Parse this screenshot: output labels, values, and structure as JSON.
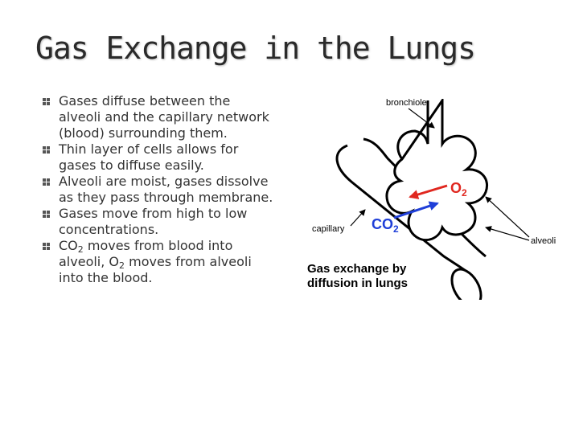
{
  "slide": {
    "title": "Gas Exchange in the Lungs",
    "bullets": [
      {
        "text": "Gases diffuse between the alveoli and the capillary network (blood) surrounding them."
      },
      {
        "text": "Thin layer of cells allows for gases to diffuse easily."
      },
      {
        "text": "Alveoli are moist, gases dissolve as they pass through membrane."
      },
      {
        "text": "Gases move from high to low concentrations."
      },
      {
        "part1": "CO",
        "sub1": "2",
        "part2": " moves from blood into alveoli, O",
        "sub2": "2",
        "part3": " moves from alveoli into the blood."
      }
    ]
  },
  "diagram": {
    "labels": {
      "bronchiole": "bronchiole",
      "capillary": "capillary",
      "alveoli": "alveoli",
      "o2_main": "O",
      "o2_sub": "2",
      "co2_main": "CO",
      "co2_sub": "2",
      "caption_line1": "Gas exchange by",
      "caption_line2": "diffusion in lungs"
    },
    "colors": {
      "o2_arrow": "#e0271f",
      "co2_arrow": "#1f3fd8",
      "outline": "#000000",
      "bullet_icon": "#555555"
    }
  }
}
